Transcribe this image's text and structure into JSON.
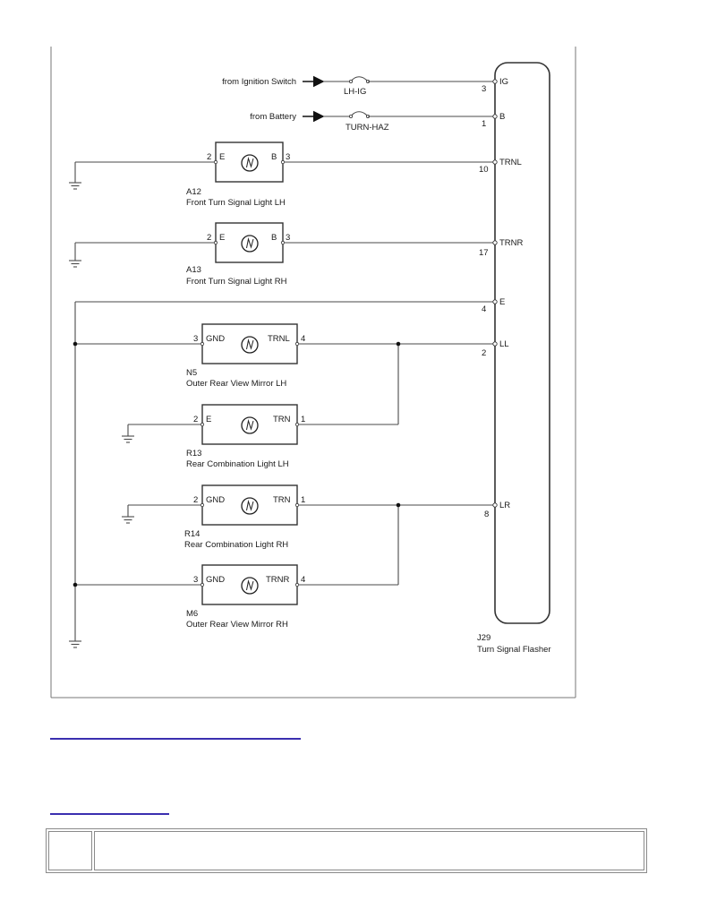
{
  "diagram": {
    "sources": [
      {
        "label": "from Ignition Switch",
        "fuse": "LH-IG",
        "pin": "3",
        "terminal": "IG"
      },
      {
        "label": "from Battery",
        "fuse": "TURN-HAZ",
        "pin": "1",
        "terminal": "B"
      }
    ],
    "flasher": {
      "code": "J29",
      "name": "Turn Signal Flasher",
      "terminals": [
        {
          "pin": "10",
          "name": "TRNL"
        },
        {
          "pin": "17",
          "name": "TRNR"
        },
        {
          "pin": "4",
          "name": "E"
        },
        {
          "pin": "2",
          "name": "LL"
        },
        {
          "pin": "8",
          "name": "LR"
        }
      ]
    },
    "components": [
      {
        "code": "A12",
        "name": "Front Turn Signal Light LH",
        "left_pin": "2",
        "left_term": "E",
        "right_term": "B",
        "right_pin": "3"
      },
      {
        "code": "A13",
        "name": "Front Turn Signal Light RH",
        "left_pin": "2",
        "left_term": "E",
        "right_term": "B",
        "right_pin": "3"
      },
      {
        "code": "N5",
        "name": "Outer Rear View Mirror LH",
        "left_pin": "3",
        "left_term": "GND",
        "right_term": "TRNL",
        "right_pin": "4"
      },
      {
        "code": "R13",
        "name": "Rear Combination Light LH",
        "left_pin": "2",
        "left_term": "E",
        "right_term": "TRN",
        "right_pin": "1"
      },
      {
        "code": "R14",
        "name": "Rear Combination Light RH",
        "left_pin": "2",
        "left_term": "GND",
        "right_term": "TRN",
        "right_pin": "1"
      },
      {
        "code": "M6",
        "name": "Outer Rear View Mirror RH",
        "left_pin": "3",
        "left_term": "GND",
        "right_term": "TRNR",
        "right_pin": "4"
      }
    ]
  },
  "links": [
    {
      "text": ""
    },
    {
      "text": ""
    }
  ],
  "step_table": {
    "number": "",
    "content": ""
  }
}
